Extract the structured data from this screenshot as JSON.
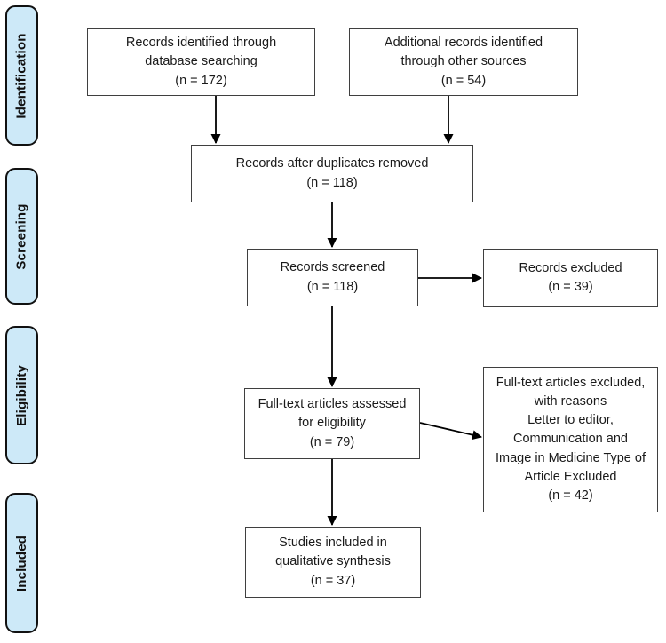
{
  "diagram": {
    "type": "prisma-flow",
    "colors": {
      "stage_fill": "#cde9f8",
      "stage_border": "#111111",
      "box_border": "#3f3f3f",
      "arrow": "#000000",
      "background": "#ffffff"
    },
    "stages": [
      {
        "label": "Identification"
      },
      {
        "label": "Screening"
      },
      {
        "label": "Eligibility"
      },
      {
        "label": "Included"
      }
    ],
    "boxes": {
      "records_identified": {
        "label": "Records identified through\ndatabase searching\n(n = 172)",
        "n": 172
      },
      "additional_records": {
        "label": "Additional records identified\nthrough other sources\n(n = 54)",
        "n": 54
      },
      "duplicates_removed": {
        "label": "Records after duplicates removed\n(n = 118)",
        "n": 118
      },
      "records_screened": {
        "label": "Records screened\n(n = 118)",
        "n": 118
      },
      "records_excluded": {
        "label": "Records excluded\n(n = 39)",
        "n": 39
      },
      "fulltext_assessed": {
        "label": "Full-text articles assessed\nfor eligibility\n(n = 79)",
        "n": 79
      },
      "fulltext_excluded": {
        "label": "Full-text articles excluded,\nwith reasons\nLetter to editor,\nCommunication and\nImage in Medicine Type of\nArticle Excluded\n(n = 42)",
        "n": 42
      },
      "studies_included": {
        "label": "Studies included in\nqualitative synthesis\n(n = 37)",
        "n": 37
      }
    }
  }
}
